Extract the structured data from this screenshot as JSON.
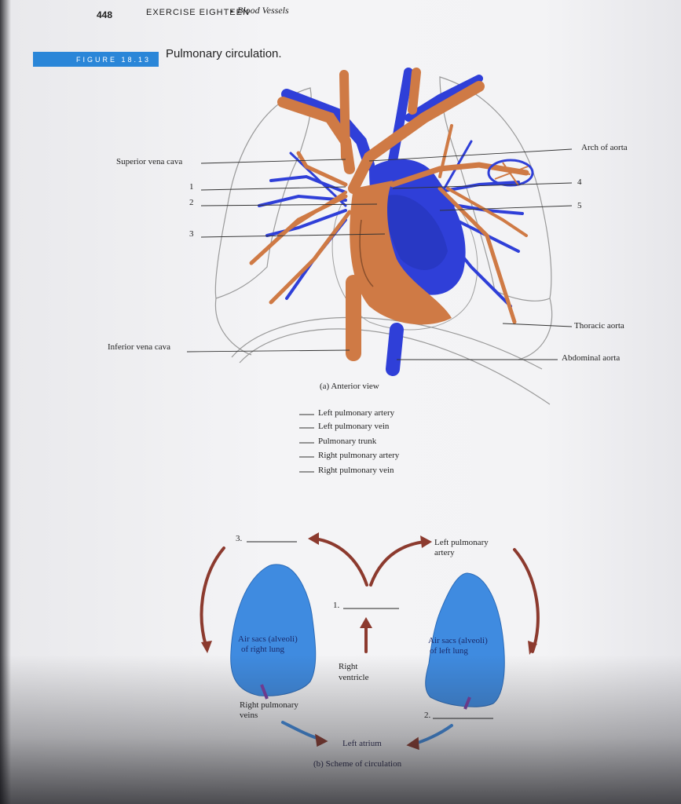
{
  "header": {
    "page_number": "448",
    "exercise": "EXERCISE EIGHTEEN",
    "separator": "▪",
    "title": "Blood Vessels"
  },
  "figure": {
    "number": "FIGURE 18.13",
    "title": "Pulmonary circulation."
  },
  "panel_a": {
    "caption": "(a) Anterior view",
    "left_labels": {
      "superior_vena_cava": "Superior vena cava",
      "n1": "1",
      "n2": "2",
      "n3": "3",
      "inferior_vena_cava": "Inferior vena cava"
    },
    "right_labels": {
      "arch_of_aorta": "Arch of aorta",
      "n4": "4",
      "n5": "5",
      "thoracic_aorta": "Thoracic aorta",
      "abdominal_aorta": "Abdominal aorta"
    },
    "key": [
      "Left pulmonary artery",
      "Left pulmonary vein",
      "Pulmonary trunk",
      "Right pulmonary artery",
      "Right pulmonary vein"
    ]
  },
  "panel_b": {
    "n3": "3.",
    "n1": "1.",
    "n2": "2.",
    "left_pulmonary_artery": [
      "Left pulmonary",
      "artery"
    ],
    "right_lung": [
      "Air sacs (alveoli)",
      "of right lung"
    ],
    "left_lung": [
      "Air sacs (alveoli)",
      "of left lung"
    ],
    "right_ventricle": [
      "Right",
      "ventricle"
    ],
    "right_pulmonary_veins": [
      "Right pulmonary",
      "veins"
    ],
    "left_atrium": "Left atrium",
    "caption": "(b) Scheme of circulation"
  },
  "colors": {
    "artery": "#cf7a45",
    "vein": "#2f3fd8",
    "lung": "#3f8be0",
    "arrow": "#8c3a2e",
    "figure_bar": "#2a86d8"
  }
}
